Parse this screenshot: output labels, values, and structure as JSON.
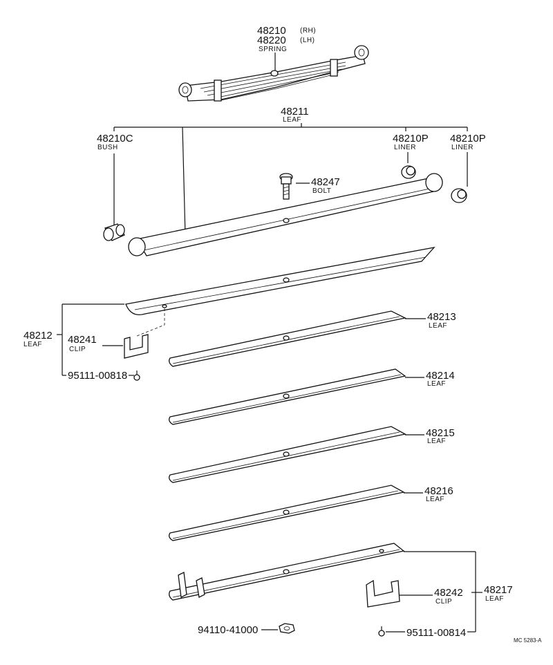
{
  "spring": {
    "part_rh": "48210",
    "part_lh": "48220",
    "side_rh": "(RH)",
    "side_lh": "(LH)",
    "name": "SPRING"
  },
  "leaf_main": {
    "part": "48211",
    "name": "LEAF"
  },
  "bush": {
    "part": "48210C",
    "name": "BUSH"
  },
  "liner_a": {
    "part": "48210P",
    "name": "LINER"
  },
  "liner_b": {
    "part": "48210P",
    "name": "LINER"
  },
  "bolt": {
    "part": "48247",
    "name": "BOLT"
  },
  "leaf_2": {
    "part": "48212",
    "name": "LEAF"
  },
  "clip_1": {
    "part": "48241",
    "name": "CLIP"
  },
  "rivet_1": {
    "part": "95111-00818"
  },
  "leaf_3": {
    "part": "48213",
    "name": "LEAF"
  },
  "leaf_4": {
    "part": "48214",
    "name": "LEAF"
  },
  "leaf_5": {
    "part": "48215",
    "name": "LEAF"
  },
  "leaf_6": {
    "part": "48216",
    "name": "LEAF"
  },
  "clip_2": {
    "part": "48242",
    "name": "CLIP"
  },
  "leaf_7": {
    "part": "48217",
    "name": "LEAF"
  },
  "nut": {
    "part": "94110-41000"
  },
  "rivet_2": {
    "part": "95111-00814"
  },
  "ref_code": "MC 5283-A"
}
